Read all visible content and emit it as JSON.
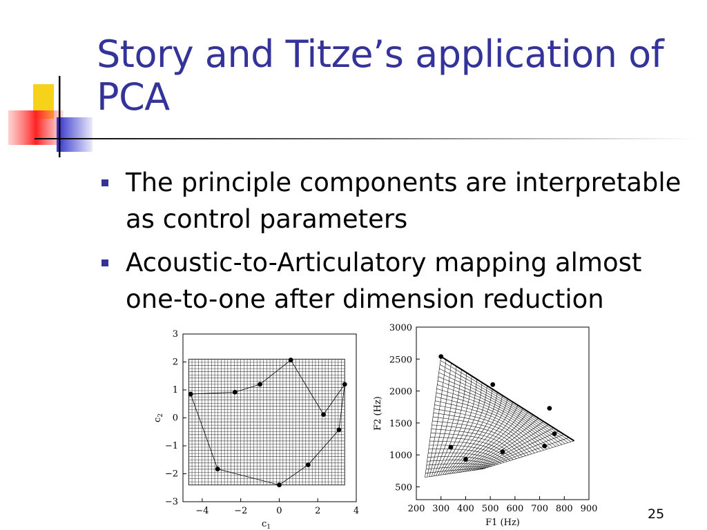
{
  "slide": {
    "title": "Story and Titze’s application of PCA",
    "bullets": [
      "The principle components are interpretable as control parameters",
      "Acoustic-to-Articulatory mapping almost one-to-one after dimension reduction"
    ],
    "slide_number": "25"
  },
  "colors": {
    "title": "#333399",
    "bullet": "#333399",
    "deco_yellow": "#f7d21b",
    "deco_blue": "#3333cc",
    "deco_red": "#ff4444"
  },
  "chart_data": [
    {
      "type": "scatter",
      "title": "",
      "xlabel": "c1",
      "ylabel": "c2",
      "xlim": [
        -5,
        4
      ],
      "ylim": [
        -3,
        3
      ],
      "xticks": [
        -4,
        -2,
        0,
        2,
        4
      ],
      "yticks": [
        -3,
        -2,
        -1,
        0,
        1,
        2,
        3
      ],
      "xtick_labels": [
        "−4",
        "−2",
        "0",
        "2",
        "4"
      ],
      "ytick_labels": [
        "−3",
        "−2",
        "−1",
        "0",
        "1",
        "2",
        "3"
      ],
      "grid_region": {
        "x": [
          -4.7,
          3.4
        ],
        "y": [
          -2.4,
          2.1
        ]
      },
      "grid": true,
      "points": [
        {
          "x": -4.6,
          "y": 0.85
        },
        {
          "x": -2.3,
          "y": 0.92
        },
        {
          "x": -1.0,
          "y": 1.2
        },
        {
          "x": 0.6,
          "y": 2.07
        },
        {
          "x": 2.3,
          "y": 0.12
        },
        {
          "x": 3.4,
          "y": 1.2
        },
        {
          "x": 3.1,
          "y": -0.43
        },
        {
          "x": 1.5,
          "y": -1.68
        },
        {
          "x": 0.0,
          "y": -2.4
        },
        {
          "x": -3.2,
          "y": -1.83
        }
      ]
    },
    {
      "type": "scatter",
      "title": "",
      "xlabel": "F1 (Hz)",
      "ylabel": "F2 (Hz)",
      "xlim": [
        200,
        900
      ],
      "ylim": [
        300,
        3000
      ],
      "xticks": [
        200,
        300,
        400,
        500,
        600,
        700,
        800,
        900
      ],
      "yticks": [
        500,
        1000,
        1500,
        2000,
        2500,
        3000
      ],
      "xtick_labels": [
        "200",
        "300",
        "400",
        "500",
        "600",
        "700",
        "800",
        "900"
      ],
      "ytick_labels": [
        "500",
        "1000",
        "1500",
        "2000",
        "2500",
        "3000"
      ],
      "grid": false,
      "points": [
        {
          "x": 300,
          "y": 2540
        },
        {
          "x": 510,
          "y": 2100
        },
        {
          "x": 740,
          "y": 1730
        },
        {
          "x": 760,
          "y": 1330
        },
        {
          "x": 720,
          "y": 1140
        },
        {
          "x": 550,
          "y": 1050
        },
        {
          "x": 400,
          "y": 930
        },
        {
          "x": 340,
          "y": 1120
        }
      ]
    }
  ]
}
